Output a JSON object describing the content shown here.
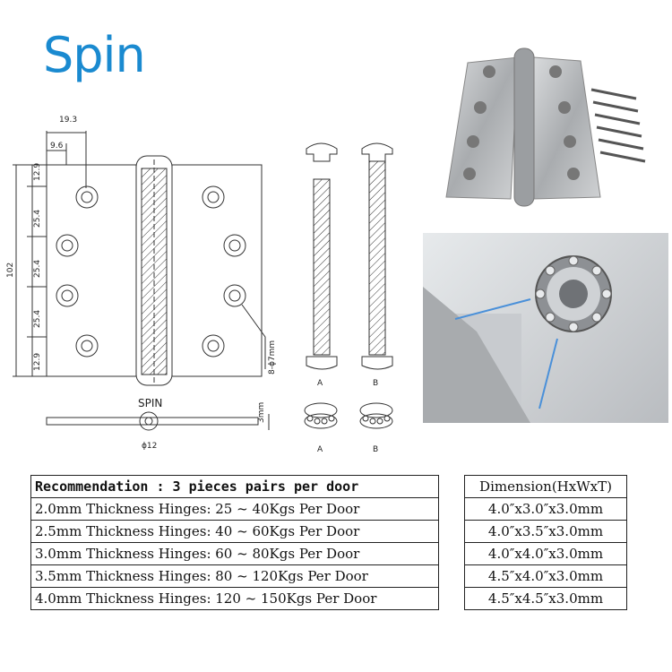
{
  "brand": {
    "logo_text": "Spin",
    "accent": "#1a8ad0",
    "dot": "#f39a1c"
  },
  "drawing": {
    "dims": {
      "width_top": "19.3",
      "offset": "9.6",
      "seg1": "12.9",
      "seg2": "25.4",
      "seg3": "25.4",
      "seg4": "25.4",
      "seg5": "12.9",
      "height": "102",
      "holes": "8-ϕ7mm",
      "thickness": "3mm",
      "knuckle": "ϕ12"
    },
    "stamp": "SPIN",
    "label_a": "A",
    "label_b": "B"
  },
  "recommendation": {
    "header": "Recommendation : 3 pieces pairs per door",
    "rows": [
      "2.0mm Thickness Hinges: 25 ~ 40Kgs Per Door",
      "2.5mm Thickness Hinges: 40 ~ 60Kgs Per Door",
      "3.0mm Thickness Hinges: 60 ~ 80Kgs Per Door",
      "3.5mm Thickness Hinges: 80 ~ 120Kgs Per Door",
      "4.0mm Thickness Hinges: 120 ~ 150Kgs Per Door"
    ]
  },
  "dimension": {
    "header": "Dimension(HxWxT)",
    "rows": [
      "4.0″x3.0″x3.0mm",
      "4.0″x3.5″x3.0mm",
      "4.0″x4.0″x3.0mm",
      "4.5″x4.0″x3.0mm",
      "4.5″x4.5″x3.0mm"
    ]
  }
}
